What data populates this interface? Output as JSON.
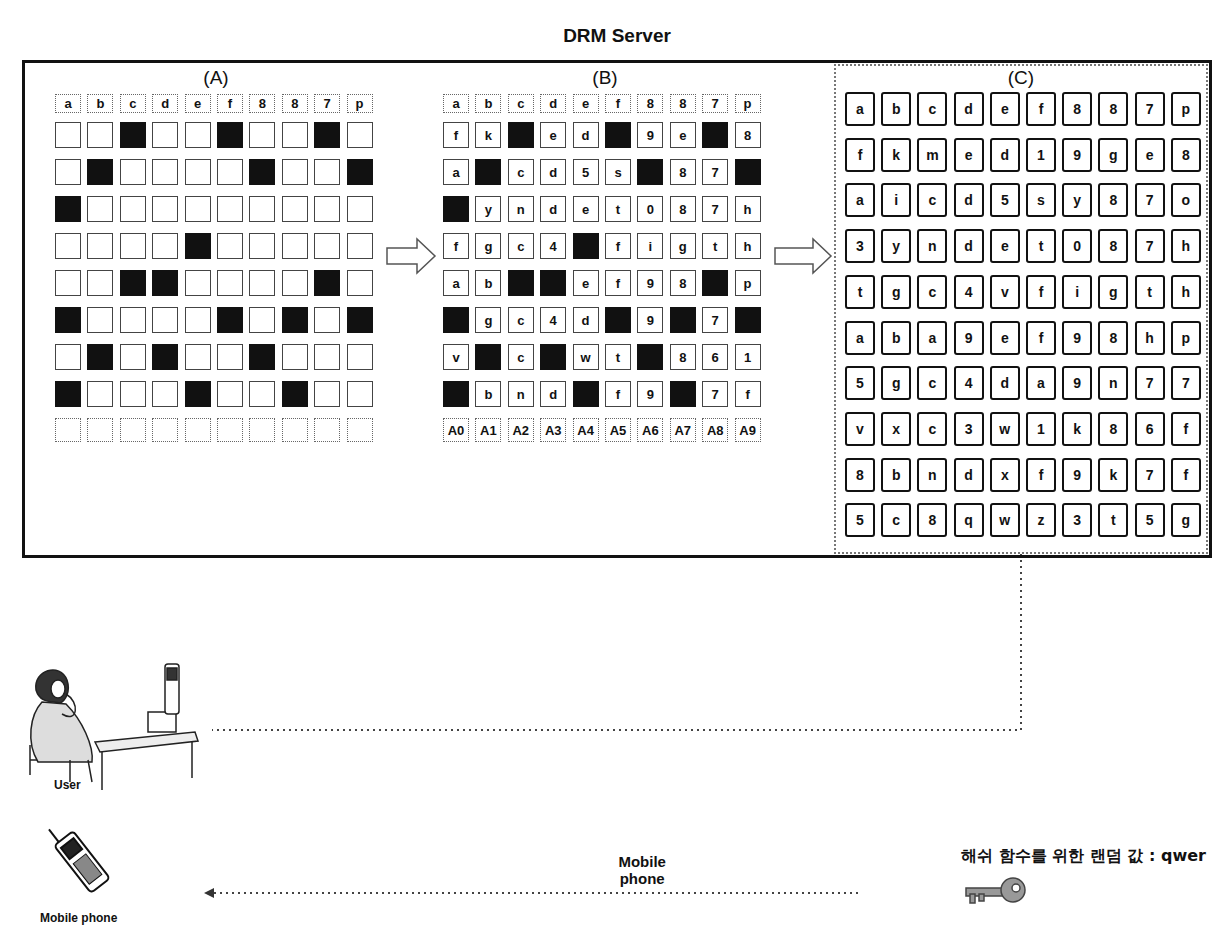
{
  "diagram": {
    "nodes": [
      {
        "text": [
          "DRM Server"
        ]
      },
      {
        "text": [
          "(A)"
        ],
        "in": 0
      },
      {
        "text": [
          "(B)"
        ],
        "in": 0
      },
      {
        "text": [
          "(C)"
        ],
        "in": 0
      },
      {
        "text": [
          "User"
        ]
      },
      {
        "text": [
          "Mobile phone"
        ]
      },
      {
        "text": [
          "해쉬 함수를 위한 랜덤 값 : qwer"
        ]
      }
    ],
    "edges": [
      {
        "from": 1,
        "to": 2,
        "arrow": "to"
      },
      {
        "from": 2,
        "to": 3,
        "arrow": "to"
      },
      {
        "from": 3,
        "to": 4,
        "arrow": "none"
      },
      {
        "from": 6,
        "to": 5,
        "arrow": "to",
        "label": "Mobile phone"
      }
    ],
    "labels": [
      "a",
      "b",
      "c",
      "d",
      "e",
      "f",
      "8",
      "8",
      "7",
      "p",
      "a",
      "b",
      "c",
      "d",
      "e",
      "f",
      "8",
      "8",
      "7",
      "p",
      "f",
      "k",
      "e",
      "d",
      "9",
      "e",
      "8",
      "a",
      "c",
      "d",
      "5",
      "s",
      "8",
      "7",
      "y",
      "n",
      "d",
      "e",
      "t",
      "0",
      "8",
      "7",
      "h",
      "f",
      "g",
      "c",
      "4",
      "f",
      "i",
      "g",
      "t",
      "h",
      "a",
      "b",
      "e",
      "f",
      "9",
      "8",
      "p",
      "g",
      "c",
      "4",
      "d",
      "9",
      "7",
      "v",
      "c",
      "w",
      "t",
      "8",
      "6",
      "1",
      "b",
      "n",
      "d",
      "f",
      "9",
      "7",
      "f",
      "A0",
      "A1",
      "A2",
      "A3",
      "A4",
      "A5",
      "A6",
      "A7",
      "A8",
      "A9",
      "a",
      "b",
      "c",
      "d",
      "e",
      "f",
      "8",
      "8",
      "7",
      "p",
      "f",
      "k",
      "m",
      "e",
      "d",
      "1",
      "9",
      "g",
      "e",
      "8",
      "a",
      "i",
      "c",
      "d",
      "5",
      "s",
      "y",
      "8",
      "7",
      "o",
      "3",
      "y",
      "n",
      "d",
      "e",
      "t",
      "0",
      "8",
      "7",
      "h",
      "t",
      "g",
      "c",
      "4",
      "v",
      "f",
      "i",
      "g",
      "t",
      "h",
      "a",
      "b",
      "a",
      "9",
      "e",
      "f",
      "9",
      "8",
      "h",
      "p",
      "5",
      "g",
      "c",
      "4",
      "d",
      "a",
      "9",
      "n",
      "7",
      "7",
      "v",
      "x",
      "c",
      "3",
      "w",
      "1",
      "k",
      "8",
      "6",
      "f",
      "8",
      "b",
      "n",
      "d",
      "x",
      "f",
      "9",
      "k",
      "7",
      "f",
      "5",
      "c",
      "8",
      "q",
      "w",
      "z",
      "3",
      "t",
      "5",
      "g"
    ]
  }
}
